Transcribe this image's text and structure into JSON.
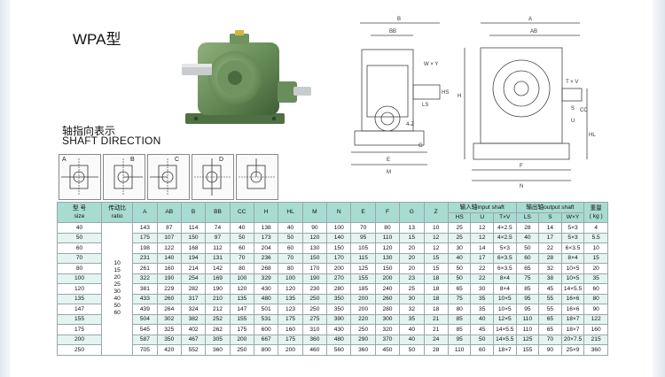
{
  "title": "WPA型",
  "direction": {
    "cn": "轴指向表示",
    "en": "SHAFT DIRECTION",
    "box_labels": [
      "A",
      "B",
      "C",
      "D"
    ]
  },
  "drawing_labels": {
    "B": "B",
    "BB": "BB",
    "WxY": "W × Y",
    "HS": "HS",
    "LS": "LS",
    "Z": "4-Z",
    "G": "G",
    "E": "E",
    "M": "M",
    "A": "A",
    "AB": "AB",
    "TxV": "T × V",
    "CC": "CC",
    "H": "H",
    "HL": "HL",
    "S": "S",
    "F": "F",
    "N": "N",
    "U": "U"
  },
  "table": {
    "headers": {
      "size_cn": "型 号",
      "size_en": "size",
      "ratio_cn": "传动比",
      "ratio_en": "ratio",
      "cols": [
        "A",
        "AB",
        "B",
        "BB",
        "CC",
        "H",
        "HL",
        "M",
        "N",
        "E",
        "F",
        "G",
        "Z"
      ],
      "input_group": "输入轴input shaft",
      "input_cols": [
        "HS",
        "U",
        "T×V"
      ],
      "output_group": "输出轴output shaft",
      "output_cols": [
        "LS",
        "S",
        "W×Y"
      ],
      "weight_cn": "重量",
      "weight_unit": "( kg )"
    },
    "ratios": [
      "10",
      "15",
      "20",
      "25",
      "30",
      "40",
      "50",
      "60"
    ],
    "rows": [
      [
        "40",
        "143",
        "87",
        "114",
        "74",
        "40",
        "138",
        "40",
        "90",
        "100",
        "70",
        "80",
        "13",
        "10",
        "25",
        "12",
        "4×2.5",
        "28",
        "14",
        "5×3",
        "4"
      ],
      [
        "50",
        "175",
        "107",
        "150",
        "97",
        "50",
        "173",
        "50",
        "120",
        "140",
        "95",
        "110",
        "15",
        "12",
        "25",
        "12",
        "4×2.5",
        "40",
        "17",
        "5×3",
        "5.5"
      ],
      [
        "60",
        "198",
        "122",
        "168",
        "112",
        "60",
        "204",
        "60",
        "130",
        "150",
        "105",
        "120",
        "20",
        "12",
        "30",
        "14",
        "5×3",
        "50",
        "22",
        "6×3.5",
        "10"
      ],
      [
        "70",
        "231",
        "140",
        "194",
        "131",
        "70",
        "236",
        "70",
        "150",
        "170",
        "115",
        "130",
        "20",
        "15",
        "40",
        "17",
        "6×3.5",
        "60",
        "28",
        "8×4",
        "15"
      ],
      [
        "80",
        "261",
        "160",
        "214",
        "142",
        "80",
        "268",
        "80",
        "170",
        "200",
        "125",
        "150",
        "20",
        "15",
        "50",
        "22",
        "6×3.5",
        "65",
        "32",
        "10×5",
        "20"
      ],
      [
        "100",
        "322",
        "190",
        "254",
        "169",
        "100",
        "329",
        "100",
        "190",
        "270",
        "155",
        "200",
        "23",
        "18",
        "50",
        "22",
        "8×4",
        "75",
        "38",
        "10×5",
        "35"
      ],
      [
        "120",
        "381",
        "229",
        "282",
        "190",
        "120",
        "430",
        "120",
        "230",
        "280",
        "185",
        "240",
        "25",
        "18",
        "65",
        "30",
        "8×4",
        "85",
        "45",
        "14×5.5",
        "60"
      ],
      [
        "135",
        "433",
        "260",
        "317",
        "210",
        "135",
        "480",
        "135",
        "250",
        "350",
        "200",
        "260",
        "30",
        "18",
        "75",
        "35",
        "10×5",
        "95",
        "55",
        "16×6",
        "80"
      ],
      [
        "147",
        "439",
        "264",
        "324",
        "212",
        "147",
        "501",
        "123",
        "250",
        "350",
        "200",
        "280",
        "32",
        "18",
        "80",
        "35",
        "10×5",
        "95",
        "55",
        "16×6",
        "90"
      ],
      [
        "155",
        "504",
        "302",
        "382",
        "252",
        "155",
        "531",
        "175",
        "275",
        "390",
        "220",
        "300",
        "35",
        "21",
        "85",
        "40",
        "12×5",
        "110",
        "65",
        "18×7",
        "122"
      ],
      [
        "175",
        "545",
        "325",
        "402",
        "262",
        "175",
        "600",
        "160",
        "310",
        "430",
        "250",
        "320",
        "40",
        "21",
        "85",
        "45",
        "14×5.5",
        "110",
        "65",
        "18×7",
        "160"
      ],
      [
        "200",
        "587",
        "350",
        "467",
        "305",
        "200",
        "667",
        "175",
        "360",
        "480",
        "290",
        "370",
        "40",
        "24",
        "95",
        "50",
        "14×5.5",
        "125",
        "70",
        "20×7.5",
        "215"
      ],
      [
        "250",
        "705",
        "420",
        "552",
        "360",
        "250",
        "800",
        "200",
        "460",
        "560",
        "360",
        "450",
        "50",
        "28",
        "110",
        "60",
        "18×7",
        "155",
        "90",
        "25×9",
        "360"
      ]
    ]
  }
}
